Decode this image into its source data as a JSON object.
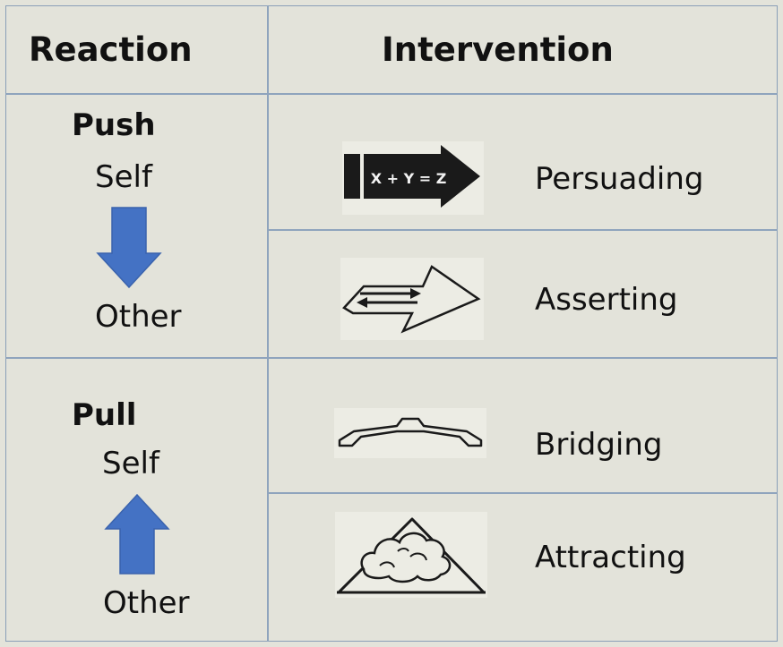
{
  "headers": {
    "reaction": "Reaction",
    "intervention": "Intervention"
  },
  "push": {
    "title": "Push",
    "top": "Self",
    "bottom": "Other",
    "arrow": "arrow-down-icon",
    "arrow_color": "#4472c4"
  },
  "pull": {
    "title": "Pull",
    "top": "Self",
    "bottom": "Other",
    "arrow": "arrow-up-icon",
    "arrow_color": "#4472c4"
  },
  "interventions": [
    {
      "label": "Persuading",
      "icon": "persuading-arrow-icon",
      "icon_text": "X + Y = Z"
    },
    {
      "label": "Asserting",
      "icon": "asserting-arrow-icon"
    },
    {
      "label": "Bridging",
      "icon": "bridge-icon"
    },
    {
      "label": "Attracting",
      "icon": "mountain-cloud-icon"
    }
  ],
  "colors": {
    "background": "#e3e3da",
    "grid_lines": "#8fa4bd",
    "text": "#111111"
  }
}
